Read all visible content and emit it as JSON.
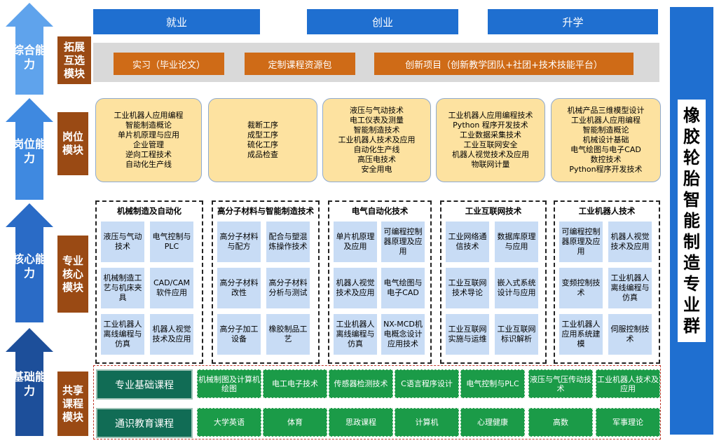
{
  "abilities": [
    "综合能力",
    "岗位能力",
    "核心能力",
    "基础能力"
  ],
  "modules": [
    "拓展互选模块",
    "岗位模块",
    "专业核心模块",
    "共享课程模块"
  ],
  "top_bars": [
    "就业",
    "创业",
    "升学"
  ],
  "orange_items": [
    "实习（毕业论文）",
    "定制课程资源包",
    "创新项目（创新教学团队+社团+技术技能平台）"
  ],
  "job_cards": [
    [
      "工业机器人应用编程",
      "智能制造概论",
      "单片机原理与应用",
      "企业管理",
      "逆向工程技术",
      "自动化生产线"
    ],
    [
      "裁断工序",
      "成型工序",
      "硫化工序",
      "成品检查"
    ],
    [
      "液压与气动技术",
      "电工仪表及测量",
      "智能制造技术",
      "工业机器人技术及应用",
      "自动化生产线",
      "高压电技术",
      "安全用电"
    ],
    [
      "工业机器人应用编程技术",
      "Python 程序开发技术",
      "工业数据采集技术",
      "工业互联网安全",
      "机器人视觉技术及应用",
      "物联网计量"
    ],
    [
      "机械产品三维模型设计",
      "工业机器人应用编程",
      "智能制造概论",
      "机械设计基础",
      "电气绘图与电子CAD",
      "数控技术",
      "Python程序开发技术"
    ]
  ],
  "core_groups": [
    {
      "title": "机械制造及自动化",
      "cells": [
        "液压与气动技术",
        "电气控制与PLC",
        "机械制造工艺与机床夹具",
        "CAD/CAM软件应用",
        "工业机器人离线编程与仿真",
        "机器人视觉技术及应用"
      ]
    },
    {
      "title": "高分子材料与智能制造技术",
      "cells": [
        "高分子材料与配方",
        "配合与塑混炼操作技术",
        "高分子材料改性",
        "高分子材料分析与测试",
        "高分子加工设备",
        "橡胶制品工艺"
      ]
    },
    {
      "title": "电气自动化技术",
      "cells": [
        "单片机原理及应用",
        "可编程控制器原理及应用",
        "机器人视觉技术及应用",
        "电气绘图与电子CAD",
        "工业机器人离线编程与仿真",
        "NX-MCD机电概念设计应用技术"
      ]
    },
    {
      "title": "工业互联网技术",
      "cells": [
        "工业网络通信技术",
        "数据库原理与应用",
        "工业互联网技术导论",
        "嵌入式系统设计与应用",
        "工业互联网实施与运维",
        "工业互联网标识解析"
      ]
    },
    {
      "title": "工业机器人技术",
      "cells": [
        "可编程控制器原理及应用",
        "机器人视觉技术及应用",
        "变频控制技术",
        "工业机器人离线编程与仿真",
        "工业机器人应用系统建模",
        "伺服控制技术"
      ]
    }
  ],
  "shared": {
    "labels": [
      "专业基础课程",
      "通识教育课程"
    ],
    "row1": [
      "机械制图及计算机绘图",
      "电工电子技术",
      "传感器检测技术",
      "C语言程序设计",
      "电气控制与PLC",
      "液压与气压传动技术",
      "工业机器人技术及应用"
    ],
    "row2": [
      "大学英语",
      "体育",
      "思政课程",
      "计算机",
      "心理健康",
      "高数",
      "军事理论"
    ]
  },
  "right_title": "橡胶轮胎智能制造专业群",
  "colors": {
    "blue": "#1f6fd0",
    "brown": "#9a4a14",
    "orange": "#cf6b17",
    "cream": "#fde2a0",
    "light_blue": "#c8dcf5",
    "green": "#1b9b48",
    "dark_green": "#116c55"
  }
}
